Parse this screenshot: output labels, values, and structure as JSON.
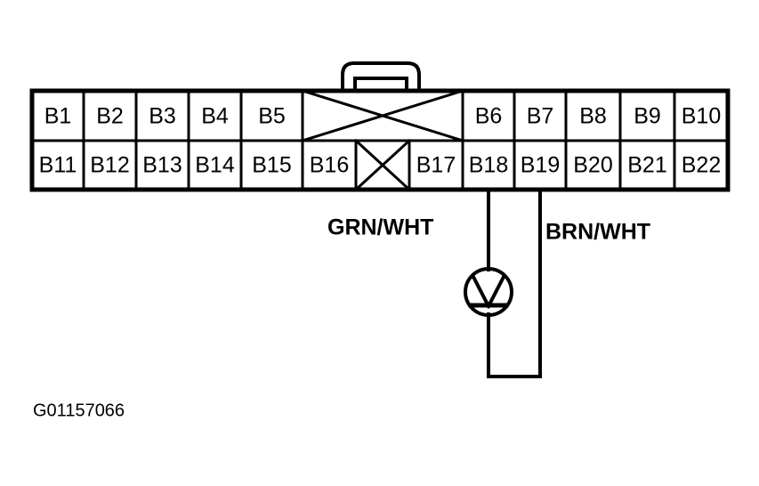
{
  "figure": {
    "id_label": "G01157066",
    "background_color": "#FFFFFF",
    "line_color": "#000000",
    "type": "automotive wiring connector face diagram"
  },
  "connector": {
    "name": "22-pin connector",
    "latch_name": "connector-latch-tab",
    "rows": [
      {
        "row_index": 0,
        "cells": [
          {
            "label": "B1",
            "blank": false,
            "cross": "none"
          },
          {
            "label": "B2",
            "blank": false,
            "cross": "none"
          },
          {
            "label": "B3",
            "blank": false,
            "cross": "none"
          },
          {
            "label": "B4",
            "blank": false,
            "cross": "none"
          },
          {
            "label": "B5",
            "blank": false,
            "cross": "none"
          },
          {
            "label": "",
            "blank": true,
            "cross": "x"
          },
          {
            "label": "B6",
            "blank": false,
            "cross": "none"
          },
          {
            "label": "B7",
            "blank": false,
            "cross": "none"
          },
          {
            "label": "B8",
            "blank": false,
            "cross": "none"
          },
          {
            "label": "B9",
            "blank": false,
            "cross": "none"
          },
          {
            "label": "B10",
            "blank": false,
            "cross": "none"
          }
        ]
      },
      {
        "row_index": 1,
        "cells": [
          {
            "label": "B11",
            "blank": false,
            "cross": "none"
          },
          {
            "label": "B12",
            "blank": false,
            "cross": "none"
          },
          {
            "label": "B13",
            "blank": false,
            "cross": "none"
          },
          {
            "label": "B14",
            "blank": false,
            "cross": "none"
          },
          {
            "label": "B15",
            "blank": false,
            "cross": "none"
          },
          {
            "label": "B16",
            "blank": false,
            "cross": "none"
          },
          {
            "label": "",
            "blank": true,
            "cross": "x"
          },
          {
            "label": "B17",
            "blank": false,
            "cross": "none"
          },
          {
            "label": "B18",
            "blank": false,
            "cross": "none"
          },
          {
            "label": "B19",
            "blank": false,
            "cross": "none"
          },
          {
            "label": "B20",
            "blank": false,
            "cross": "none"
          },
          {
            "label": "B21",
            "blank": false,
            "cross": "none"
          },
          {
            "label": "B22",
            "blank": false,
            "cross": "none"
          }
        ]
      }
    ]
  },
  "wires": [
    {
      "label": "GRN/WHT",
      "from_pin": "B18",
      "to": "bulb"
    },
    {
      "label": "BRN/WHT",
      "from_pin": "B19",
      "to": "bulb"
    }
  ],
  "component": {
    "name": "bulb",
    "symbol": "lamp-bulb-symbol",
    "label": ""
  }
}
